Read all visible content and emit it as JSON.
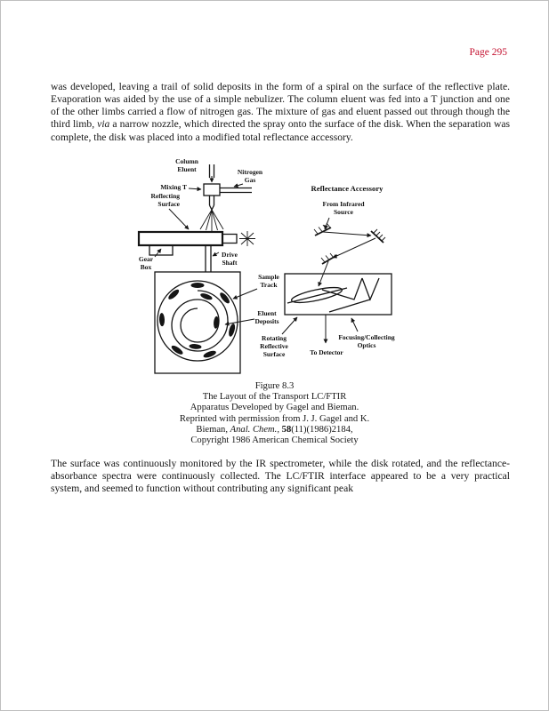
{
  "page": {
    "number": "Page 295",
    "paragraph1": {
      "part1": "was developed, leaving a trail of solid deposits in the form of a spiral on the surface of the reflective plate. Evaporation was aided by the use of a simple nebulizer. The column eluent was fed into a T junction and one of the other limbs carried a flow of nitrogen gas. The mixture of gas and eluent passed out through though the third limb, ",
      "italic": "via",
      "part2": " a narrow nozzle, which directed the spray onto the surface of the disk. When the separation was complete, the disk was placed into a modified total reflectance accessory."
    },
    "paragraph2": "The surface was continuously monitored by the IR spectrometer, while the disk rotated, and the reflectance-absorbance spectra were continuously collected. The LC/FTIR interface appeared to be a very practical system, and seemed to function without contributing any significant peak"
  },
  "figure": {
    "labels": {
      "column_eluent": [
        "Column",
        "Eluent"
      ],
      "mixing_t": "Mixing T",
      "nitrogen_gas": [
        "Nitrogen",
        "Gas"
      ],
      "reflecting_surface": [
        "Reflecting",
        "Surface"
      ],
      "reflectance_accessory": "Reflectance Accessory",
      "from_infrared_source": [
        "From Infrared",
        "Source"
      ],
      "gear_box": [
        "Gear",
        "Box"
      ],
      "drive_shaft": [
        "Drive",
        "Shaft"
      ],
      "sample_track": [
        "Sample",
        "Track"
      ],
      "eluent_deposits": [
        "Eluent",
        "Deposits"
      ],
      "rotating_reflective_surface": [
        "Rotating",
        "Reflective",
        "Surface"
      ],
      "to_detector": "To Detector",
      "focusing_collecting_optics": [
        "Focusing/Collecting",
        "Optics"
      ]
    },
    "caption": {
      "line1": "Figure 8.3",
      "line2": "The Layout of the Transport LC/FTIR",
      "line3": "Apparatus Developed by Gagel and Bieman.",
      "line4": "Reprinted with permission from J. J. Gagel and K.",
      "line5_part1": "Bieman, ",
      "line5_italic": "Anal. Chem.,",
      "line5_part2": " ",
      "line5_bold": "58",
      "line5_part3": "(11)(1986)2184,",
      "line6": "Copyright 1986 American Chemical Society"
    }
  },
  "colors": {
    "page_number_red": "#c41230",
    "ink": "#151515"
  }
}
